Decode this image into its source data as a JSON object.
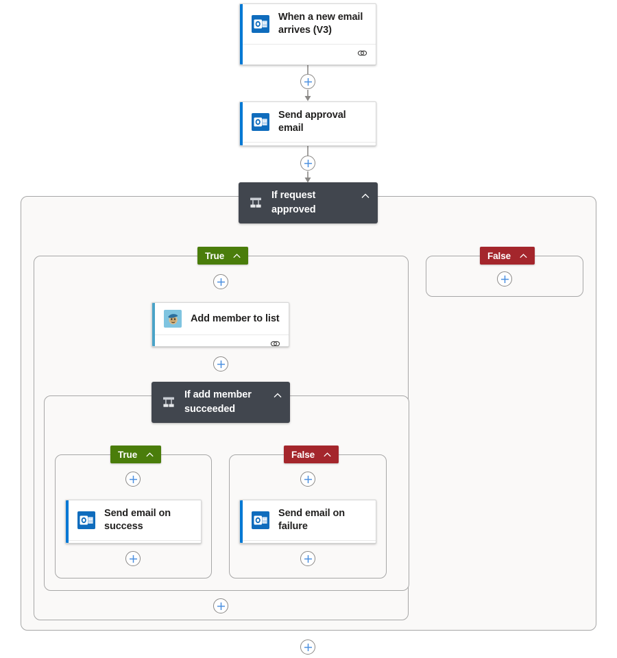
{
  "app": {
    "name": "power-automate-flow-designer",
    "canvas_background": "#ffffff"
  },
  "colors": {
    "card_background": "#ffffff",
    "card_border": "#d8d8d8",
    "scope_background": "#faf9f8",
    "scope_border": "#a6a6a6",
    "condition_background": "#41464e",
    "outlook_accent": "#0078d4",
    "mailchimp_accent": "#4aa3c7",
    "true_pill": "#4a7d0b",
    "false_pill": "#a4262c",
    "plus_glyph": "#4a8fe0",
    "plus_border": "#8a8886",
    "connector_line": "#8a8886",
    "title_text": "#201f1e"
  },
  "flow": {
    "trigger": {
      "title": "When a new email arrives (V3)",
      "icon": "outlook-icon",
      "footer_icon": "peer-link-icon",
      "accent": "#0078d4"
    },
    "actions": {
      "send_approval_email": {
        "title": "Send approval email",
        "icon": "outlook-icon",
        "footer_icon": "peer-link-icon",
        "accent": "#0078d4"
      },
      "add_member_to_list": {
        "title": "Add member to list",
        "icon": "mailchimp-icon",
        "footer_icon": "peer-link-icon",
        "accent": "#4aa3c7"
      },
      "send_email_on_success": {
        "title": "Send email on success",
        "icon": "outlook-icon",
        "footer_icon": "peer-link-icon",
        "accent": "#0078d4"
      },
      "send_email_on_failure": {
        "title": "Send email on failure",
        "icon": "outlook-icon",
        "footer_icon": "peer-link-icon",
        "accent": "#0078d4"
      }
    },
    "conditions": {
      "if_request_approved": {
        "title": "If request approved",
        "icon": "condition-branch-icon",
        "collapse_icon": "chevron-up-icon",
        "true_label": "True",
        "false_label": "False"
      },
      "if_add_member_succeeded": {
        "title": "If add member succeeded",
        "icon": "condition-branch-icon",
        "collapse_icon": "chevron-up-icon",
        "true_label": "True",
        "false_label": "False"
      }
    },
    "add_buttons": {
      "label": "+",
      "count": 11
    }
  }
}
